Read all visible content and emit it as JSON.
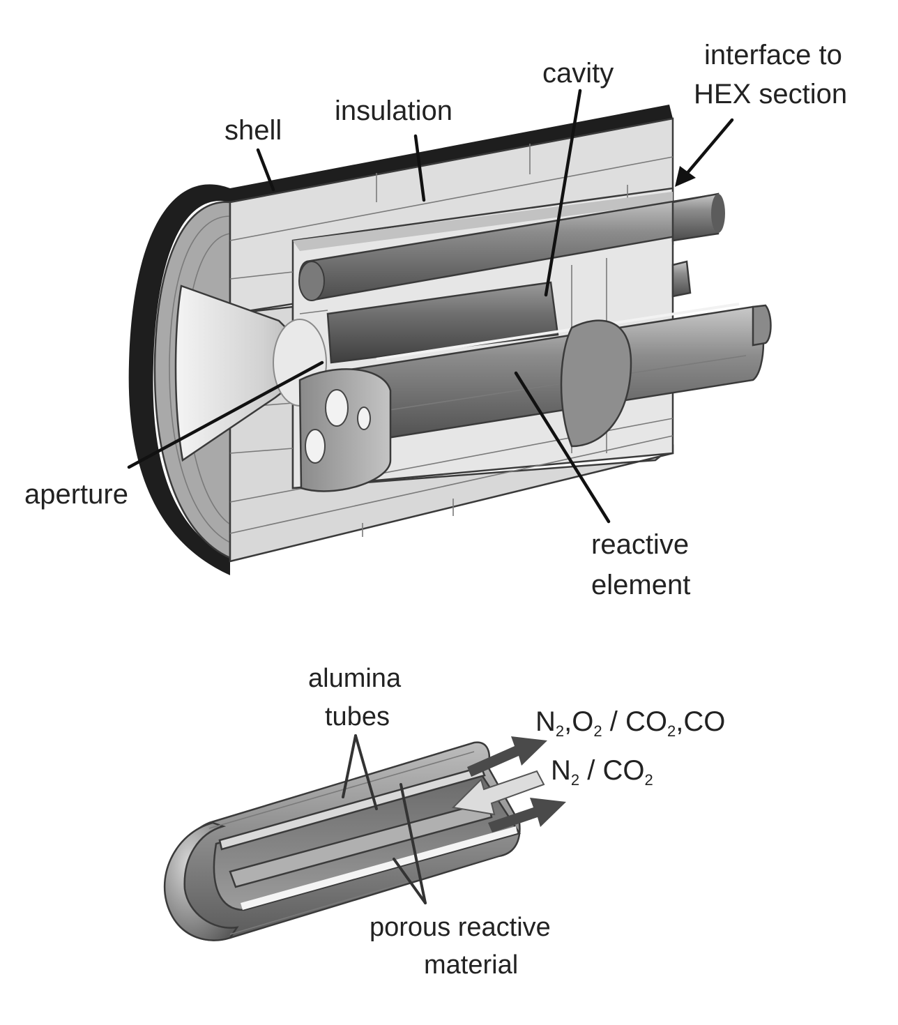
{
  "top_labels": {
    "shell": "shell",
    "insulation": "insulation",
    "cavity": "cavity",
    "interface_line1": "interface to",
    "interface_line2": "HEX section",
    "aperture": "aperture",
    "reactive_line1": "reactive",
    "reactive_line2": "element"
  },
  "bottom_labels": {
    "alumina_line1": "alumina",
    "alumina_line2": "tubes",
    "gas_out": {
      "a": "N",
      "a_sub": "2",
      "b": ",O",
      "b_sub": "2",
      "c": " / CO",
      "c_sub": "2",
      "d": ",CO"
    },
    "gas_in": {
      "a": "N",
      "a_sub": "2",
      "b": " / CO",
      "b_sub": "2"
    },
    "porous_line1": "porous reactive",
    "porous_line2": "material"
  },
  "colors": {
    "shell": "#1e1e1e",
    "insulation": "#dcdcdc",
    "metal_dark": "#6a6a6a",
    "metal_mid": "#9a9a9a",
    "metal_light": "#d4d4d4",
    "text": "#222222"
  }
}
